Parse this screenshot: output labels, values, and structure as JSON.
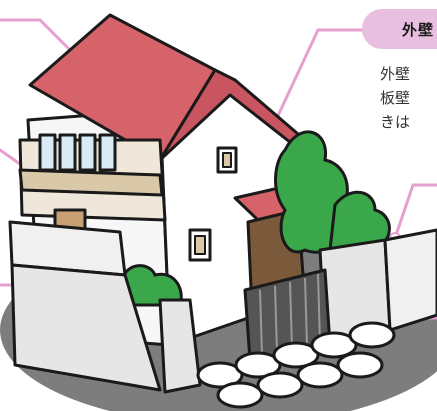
{
  "callout": {
    "title": "外壁",
    "lines": [
      "外壁",
      "板壁",
      "きは"
    ]
  },
  "colors": {
    "roof": "#d6626a",
    "wall": "#ffffff",
    "fence": "#e6e6e6",
    "bush": "#3aa84a",
    "door": "#7a5a3a",
    "gate": "#555555",
    "leader": "#e6a0cf",
    "ground": "#8a8a8a"
  }
}
